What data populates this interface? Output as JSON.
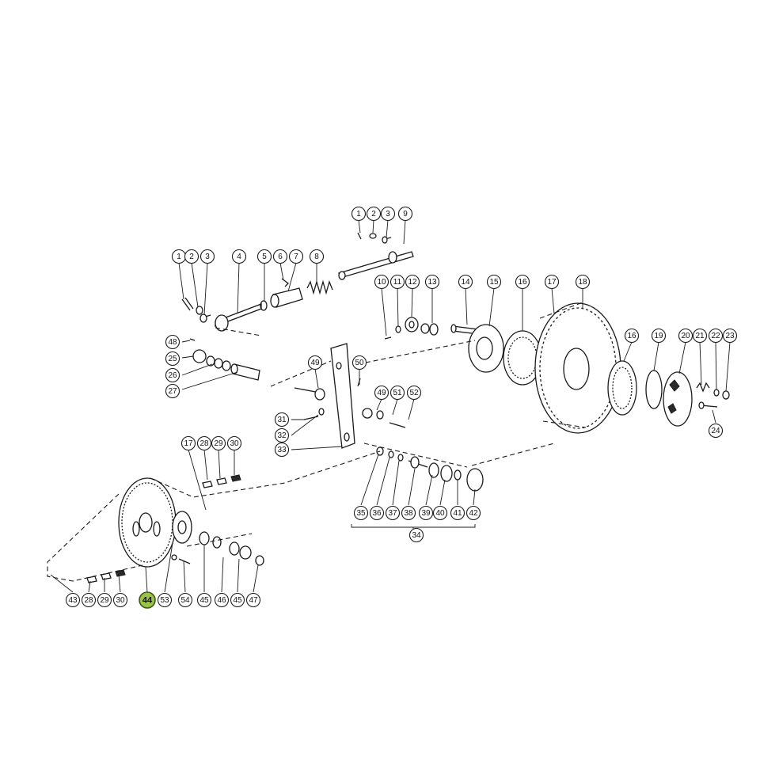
{
  "callouts": [
    {
      "label": "1"
    },
    {
      "label": "2"
    },
    {
      "label": "3"
    },
    {
      "label": "9"
    },
    {
      "label": "1"
    },
    {
      "label": "2"
    },
    {
      "label": "3"
    },
    {
      "label": "4"
    },
    {
      "label": "5"
    },
    {
      "label": "6"
    },
    {
      "label": "7"
    },
    {
      "label": "8"
    },
    {
      "label": "10"
    },
    {
      "label": "11"
    },
    {
      "label": "12"
    },
    {
      "label": "13"
    },
    {
      "label": "14"
    },
    {
      "label": "15"
    },
    {
      "label": "16"
    },
    {
      "label": "17"
    },
    {
      "label": "18"
    },
    {
      "label": "16"
    },
    {
      "label": "19"
    },
    {
      "label": "20"
    },
    {
      "label": "21"
    },
    {
      "label": "22"
    },
    {
      "label": "23"
    },
    {
      "label": "24"
    },
    {
      "label": "48"
    },
    {
      "label": "25"
    },
    {
      "label": "26"
    },
    {
      "label": "27"
    },
    {
      "label": "49"
    },
    {
      "label": "50"
    },
    {
      "label": "49"
    },
    {
      "label": "51"
    },
    {
      "label": "52"
    },
    {
      "label": "31"
    },
    {
      "label": "32"
    },
    {
      "label": "33"
    },
    {
      "label": "35"
    },
    {
      "label": "36"
    },
    {
      "label": "37"
    },
    {
      "label": "38"
    },
    {
      "label": "39"
    },
    {
      "label": "40"
    },
    {
      "label": "41"
    },
    {
      "label": "42"
    },
    {
      "label": "34"
    },
    {
      "label": "17"
    },
    {
      "label": "28"
    },
    {
      "label": "29"
    },
    {
      "label": "30"
    },
    {
      "label": "43"
    },
    {
      "label": "28"
    },
    {
      "label": "29"
    },
    {
      "label": "30"
    },
    {
      "label": "44",
      "highlighted": true
    },
    {
      "label": "53"
    },
    {
      "label": "54"
    },
    {
      "label": "45"
    },
    {
      "label": "46"
    },
    {
      "label": "45"
    },
    {
      "label": "47"
    }
  ],
  "colors": {
    "line": "#1a1a1a",
    "highlight": "#9bc24a"
  }
}
